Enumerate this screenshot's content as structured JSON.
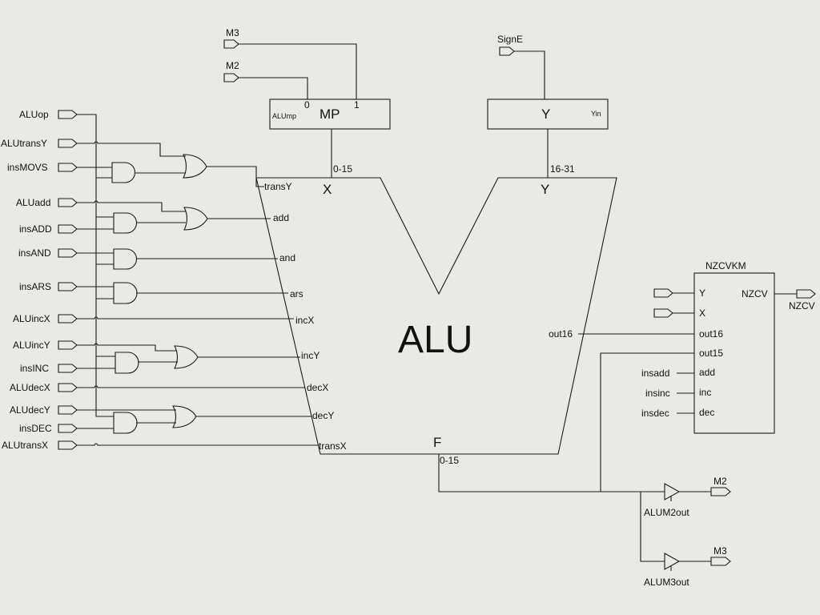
{
  "inputs": [
    {
      "id": "aluop",
      "label": "ALUop"
    },
    {
      "id": "alutransy",
      "label": "ALUtransY"
    },
    {
      "id": "insmovs",
      "label": "insMOVS"
    },
    {
      "id": "aluadd",
      "label": "ALUadd"
    },
    {
      "id": "insadd",
      "label": "insADD"
    },
    {
      "id": "insand",
      "label": "insAND"
    },
    {
      "id": "insars",
      "label": "insARS"
    },
    {
      "id": "aluincx",
      "label": "ALUincX"
    },
    {
      "id": "aluincy",
      "label": "ALUincY"
    },
    {
      "id": "insinc",
      "label": "insINC"
    },
    {
      "id": "aludecx",
      "label": "ALUdecX"
    },
    {
      "id": "aludecy",
      "label": "ALUdecY"
    },
    {
      "id": "insdec",
      "label": "insDEC"
    },
    {
      "id": "alutransx",
      "label": "ALUtransX"
    }
  ],
  "alu": {
    "title": "ALU",
    "x_label": "X",
    "y_label": "Y",
    "f_label": "F",
    "x_range": "0-15",
    "y_range": "16-31",
    "f_range": "0-15",
    "out16": "out16",
    "ports": [
      "transY",
      "add",
      "and",
      "ars",
      "incX",
      "incY",
      "decX",
      "decY",
      "transX"
    ]
  },
  "mp": {
    "title": "MP",
    "pin0": "0",
    "pin1": "1",
    "sub": "ALUmp"
  },
  "ybox": {
    "title": "Y",
    "sub": "Yin"
  },
  "top_inputs": {
    "m3": "M3",
    "m2": "M2",
    "signe": "SignE"
  },
  "nzcv": {
    "title": "NZCVKM",
    "pins_left": [
      "Y",
      "X",
      "out16",
      "out15",
      "add",
      "inc",
      "dec"
    ],
    "pin_right": "NZCV",
    "out_label": "NZCV",
    "ext_labels": [
      "insadd",
      "insinc",
      "insdec"
    ]
  },
  "outputs": {
    "m2": "M2",
    "m3": "M3",
    "m2_enable": "ALUM2out",
    "m3_enable": "ALUM3out"
  }
}
